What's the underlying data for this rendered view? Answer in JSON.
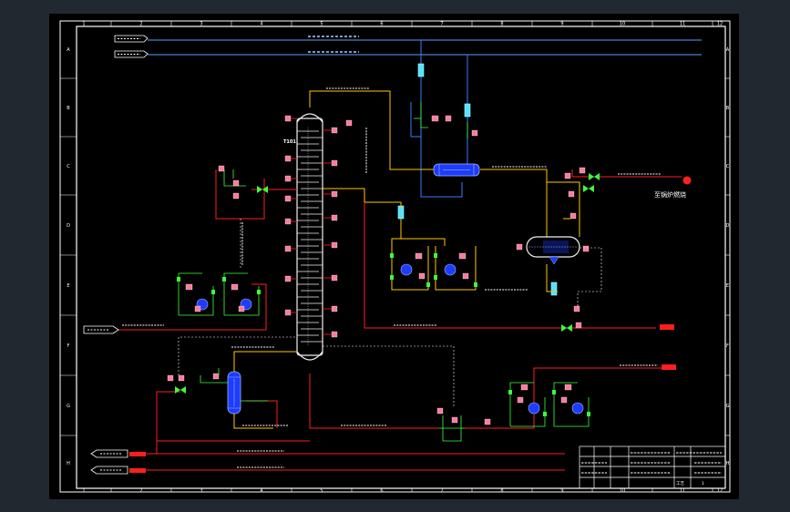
{
  "colors": {
    "window_bg": "#212830",
    "canvas_bg": "#000000",
    "frame": "#ffffff",
    "pipe_red": "#ff1e1e",
    "pipe_blue": "#3c7cff",
    "pipe_yellow": "#ffc800",
    "pipe_green": "#3cff3c",
    "pipe_white": "#e6e6e6",
    "equipment_blue": "#1e3cff",
    "vessel_white": "#f0f0f0"
  },
  "border": {
    "top_ticks": [
      "1",
      "2",
      "3",
      "4",
      "5",
      "6",
      "7",
      "8",
      "9",
      "10",
      "11",
      "12"
    ],
    "bottom_ticks": [
      "1",
      "2",
      "3",
      "4",
      "5",
      "6",
      "7",
      "8",
      "9",
      "10",
      "11",
      "12"
    ],
    "left_ticks": [
      "A",
      "B",
      "C",
      "D",
      "E",
      "F",
      "G",
      "H"
    ],
    "right_ticks": [
      "A",
      "B",
      "C",
      "D",
      "E",
      "F",
      "G",
      "H"
    ]
  },
  "labels": {
    "to_furnace": "至锅炉燃烧",
    "column_tag": "T101"
  },
  "title_block": {
    "rows": [
      [
        "",
        "",
        "",
        "",
        "",
        "",
        ""
      ],
      [
        "",
        "",
        "",
        "",
        "",
        "",
        ""
      ],
      [
        "",
        "",
        "",
        "",
        "",
        "",
        ""
      ],
      [
        "",
        "",
        "",
        "",
        "",
        "",
        ""
      ]
    ],
    "sheet_tag": "工艺",
    "sheet_number": "1"
  }
}
